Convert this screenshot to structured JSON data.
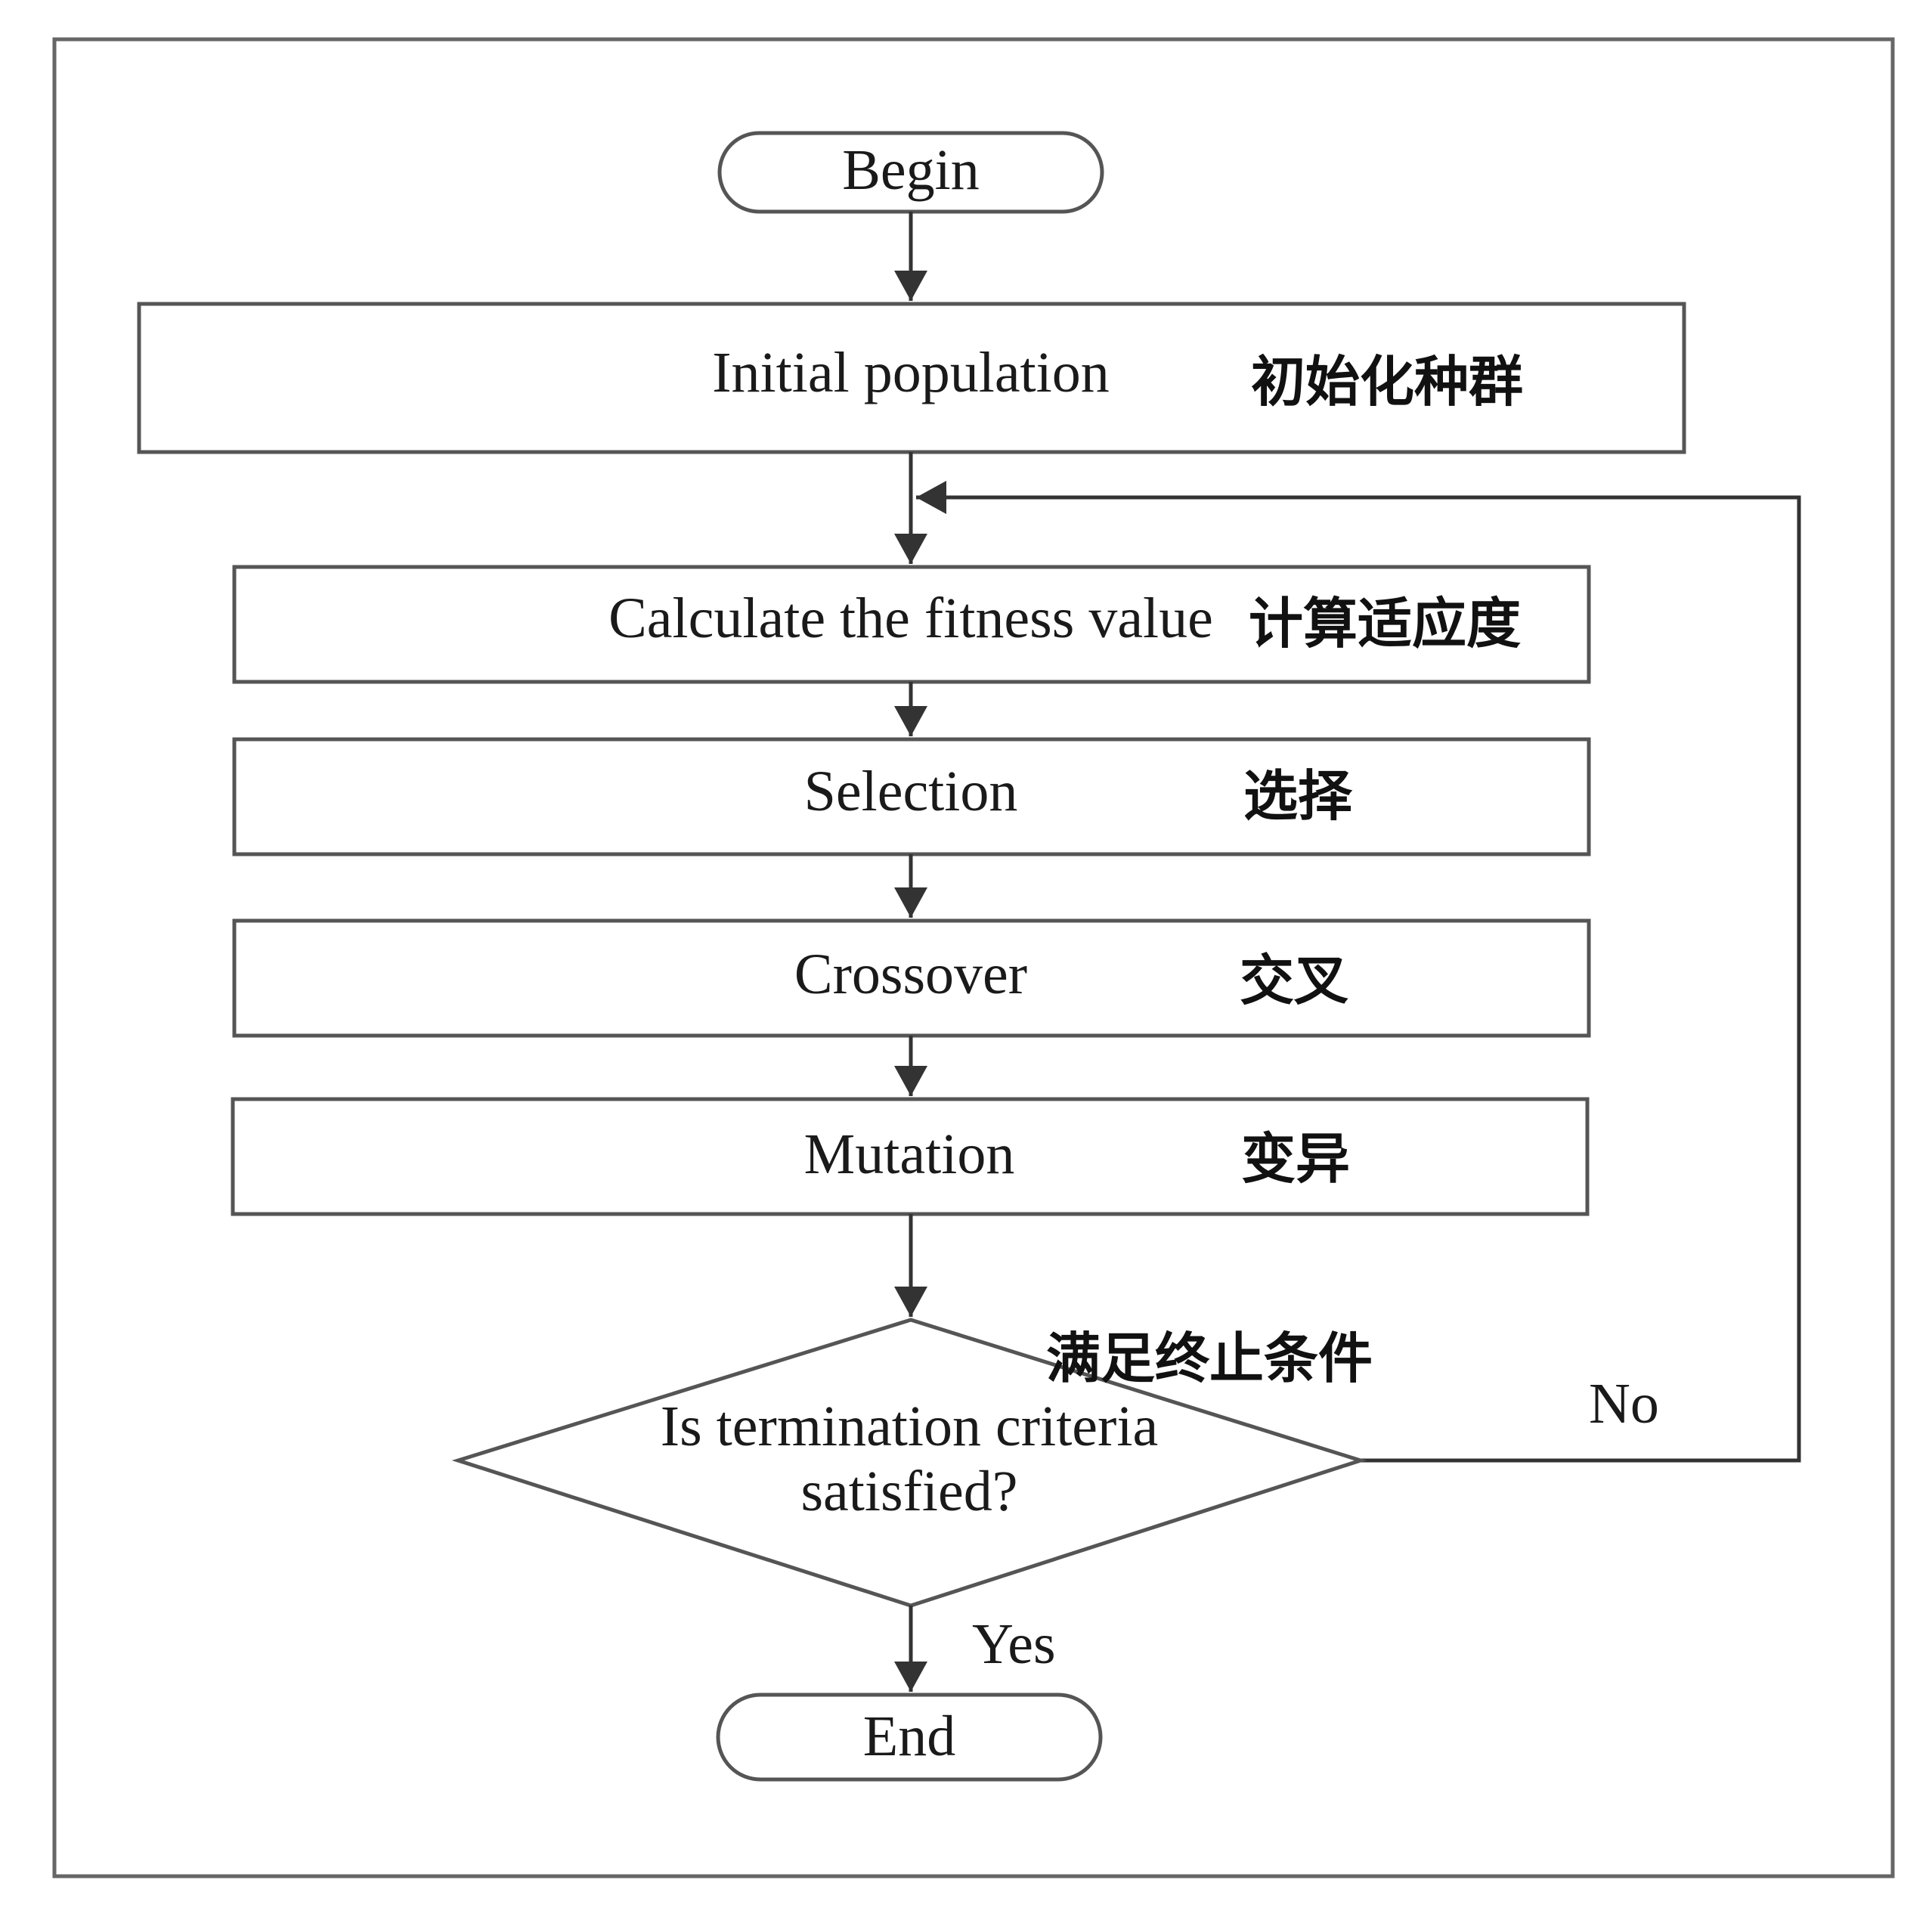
{
  "nodes": {
    "begin": {
      "label": "Begin"
    },
    "initial_population": {
      "label": "Initial population",
      "label_zh": "初始化种群"
    },
    "fitness": {
      "label": "Calculate the fitness value",
      "label_zh": "计算适应度"
    },
    "selection": {
      "label": "Selection",
      "label_zh": "选择"
    },
    "crossover": {
      "label": "Crossover",
      "label_zh": "交叉"
    },
    "mutation": {
      "label": "Mutation",
      "label_zh": "变异"
    },
    "decision": {
      "label_line1": "Is termination criteria",
      "label_line2": "satisfied?",
      "label_zh": "满足终止条件"
    },
    "end": {
      "label": "End"
    }
  },
  "edges": {
    "no_label": "No",
    "yes_label": "Yes"
  }
}
